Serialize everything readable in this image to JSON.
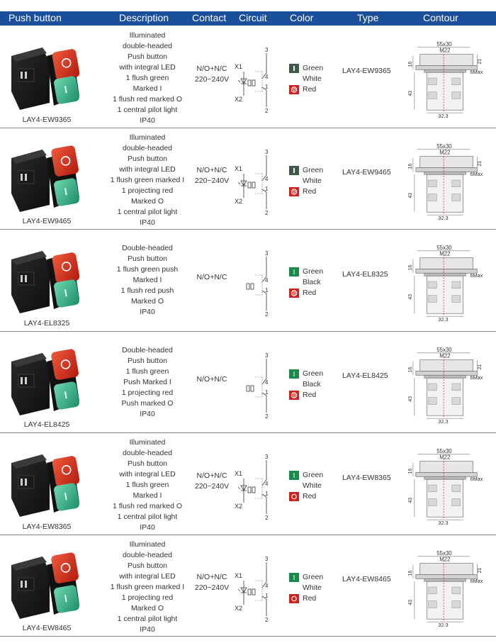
{
  "headers": [
    "Push button",
    "Description",
    "Contact",
    "Circuit",
    "Color",
    "Type",
    "Contour"
  ],
  "colors": {
    "header_bg": "#1a4f9c",
    "green": "#1a8a4a",
    "red": "#d42020",
    "white_btn": "#555555",
    "black_btn": "#333333",
    "dashed_red": "#d42020"
  },
  "rows": [
    {
      "model": "LAY4-EW9365",
      "description": [
        "Illuminated",
        "double-headed",
        "Push button",
        "with integral LED",
        "1 flush green",
        "Marked I",
        "1 flush red marked O",
        "1 central pilot light",
        "IP40"
      ],
      "contact": [
        "N/O+N/C",
        "220~240V"
      ],
      "circuit": {
        "illuminated": true,
        "x1": "X1",
        "x2": "X2",
        "n3": "3",
        "n4": "4",
        "n1": "1",
        "n2": "2"
      },
      "colors": [
        "Green",
        "White",
        "Red"
      ],
      "swatches": [
        "green",
        "white",
        "red"
      ],
      "type": "LAY4-EW9365",
      "contour": {
        "top": "55x30",
        "thread": "M22",
        "d16": "16",
        "d21": "21",
        "max": "6Max",
        "d43": "43",
        "d323": "32.3"
      },
      "projecting": false
    },
    {
      "model": "LAY4-EW9465",
      "description": [
        "Illuminated",
        "double-headed",
        "Push button",
        "with integral LED",
        "1 flush green marked I",
        "1 projecting red",
        "Marked O",
        "1 central pilot light",
        "IP40"
      ],
      "contact": [
        "N/O+N/C",
        "220~240V"
      ],
      "circuit": {
        "illuminated": true,
        "x1": "X1",
        "x2": "X2",
        "n3": "3",
        "n4": "4",
        "n1": "1",
        "n2": "2"
      },
      "colors": [
        "Green",
        "White",
        "Red"
      ],
      "swatches": [
        "green",
        "white",
        "red"
      ],
      "type": "LAY4-EW9465",
      "contour": {
        "top": "55x30",
        "thread": "M22",
        "d16": "16",
        "d21": "21",
        "max": "6Max",
        "d43": "43",
        "d323": "32.3"
      },
      "projecting": true
    },
    {
      "model": "LAY4-EL8325",
      "description": [
        "Double-headed",
        "Push button",
        "1 flush green push",
        "Marked I",
        "1 flush red push",
        "Marked O",
        "IP40"
      ],
      "contact": [
        "N/O+N/C"
      ],
      "circuit": {
        "illuminated": false,
        "x1": "",
        "x2": "",
        "n3": "3",
        "n4": "4",
        "n1": "1",
        "n2": "2"
      },
      "colors": [
        "Green",
        "Black",
        "Red"
      ],
      "swatches": [
        "green",
        "black",
        "red"
      ],
      "type": "LAY4-EL8325",
      "contour": {
        "top": "55x30",
        "thread": "M22",
        "d16": "16",
        "d21": "",
        "max": "6Max",
        "d43": "43",
        "d323": "32.3"
      },
      "projecting": false
    },
    {
      "model": "LAY4-EL8425",
      "description": [
        "Double-headed",
        "Push button",
        "1 flush green",
        "Push Marked I",
        "1 projecting red",
        "Push marked O",
        "IP40"
      ],
      "contact": [
        "N/O+N/C"
      ],
      "circuit": {
        "illuminated": false,
        "x1": "",
        "x2": "",
        "n3": "3",
        "n4": "4",
        "n1": "1",
        "n2": "2"
      },
      "colors": [
        "Green",
        "Black",
        "Red"
      ],
      "swatches": [
        "green",
        "black",
        "red"
      ],
      "type": "LAY4-EL8425",
      "contour": {
        "top": "55x30",
        "thread": "M22",
        "d16": "16",
        "d21": "21",
        "max": "6Max",
        "d43": "43",
        "d323": "32.3"
      },
      "projecting": true
    },
    {
      "model": "LAY4-EW8365",
      "description": [
        "Illuminated",
        "double-headed",
        "Push button",
        "with integral LED",
        "1 flush green",
        "Marked I",
        "1 flush red marked O",
        "1 central pilot light",
        "IP40"
      ],
      "contact": [
        "N/O+N/C",
        "220~240V"
      ],
      "circuit": {
        "illuminated": true,
        "x1": "X1",
        "x2": "X2",
        "n3": "3",
        "n4": "4",
        "n1": "1",
        "n2": "2"
      },
      "colors": [
        "Green",
        "White",
        "Red"
      ],
      "swatches": [
        "green",
        "white-plain",
        "red-plain"
      ],
      "type": "LAY4-EW8365",
      "contour": {
        "top": "55x30",
        "thread": "M22",
        "d16": "16",
        "d21": "",
        "max": "6Max",
        "d43": "43",
        "d323": "32.3"
      },
      "projecting": false
    },
    {
      "model": "LAY4-EW8465",
      "description": [
        "Illuminated",
        "double-headed",
        "Push button",
        "with integral LED",
        "1 flush green marked I",
        "1 projecting red",
        "Marked O",
        "1 central pilot light",
        "IP40"
      ],
      "contact": [
        "N/O+N/C",
        "220~240V"
      ],
      "circuit": {
        "illuminated": true,
        "x1": "X1",
        "x2": "X2",
        "n3": "3",
        "n4": "4",
        "n1": "1",
        "n2": "2"
      },
      "colors": [
        "Green",
        "White",
        "Red"
      ],
      "swatches": [
        "green",
        "white-plain",
        "red-plain"
      ],
      "type": "LAY4-EW8465",
      "contour": {
        "top": "55x30",
        "thread": "M22",
        "d16": "16",
        "d21": "21",
        "max": "6Max",
        "d43": "43",
        "d323": "32.3"
      },
      "projecting": true
    }
  ]
}
